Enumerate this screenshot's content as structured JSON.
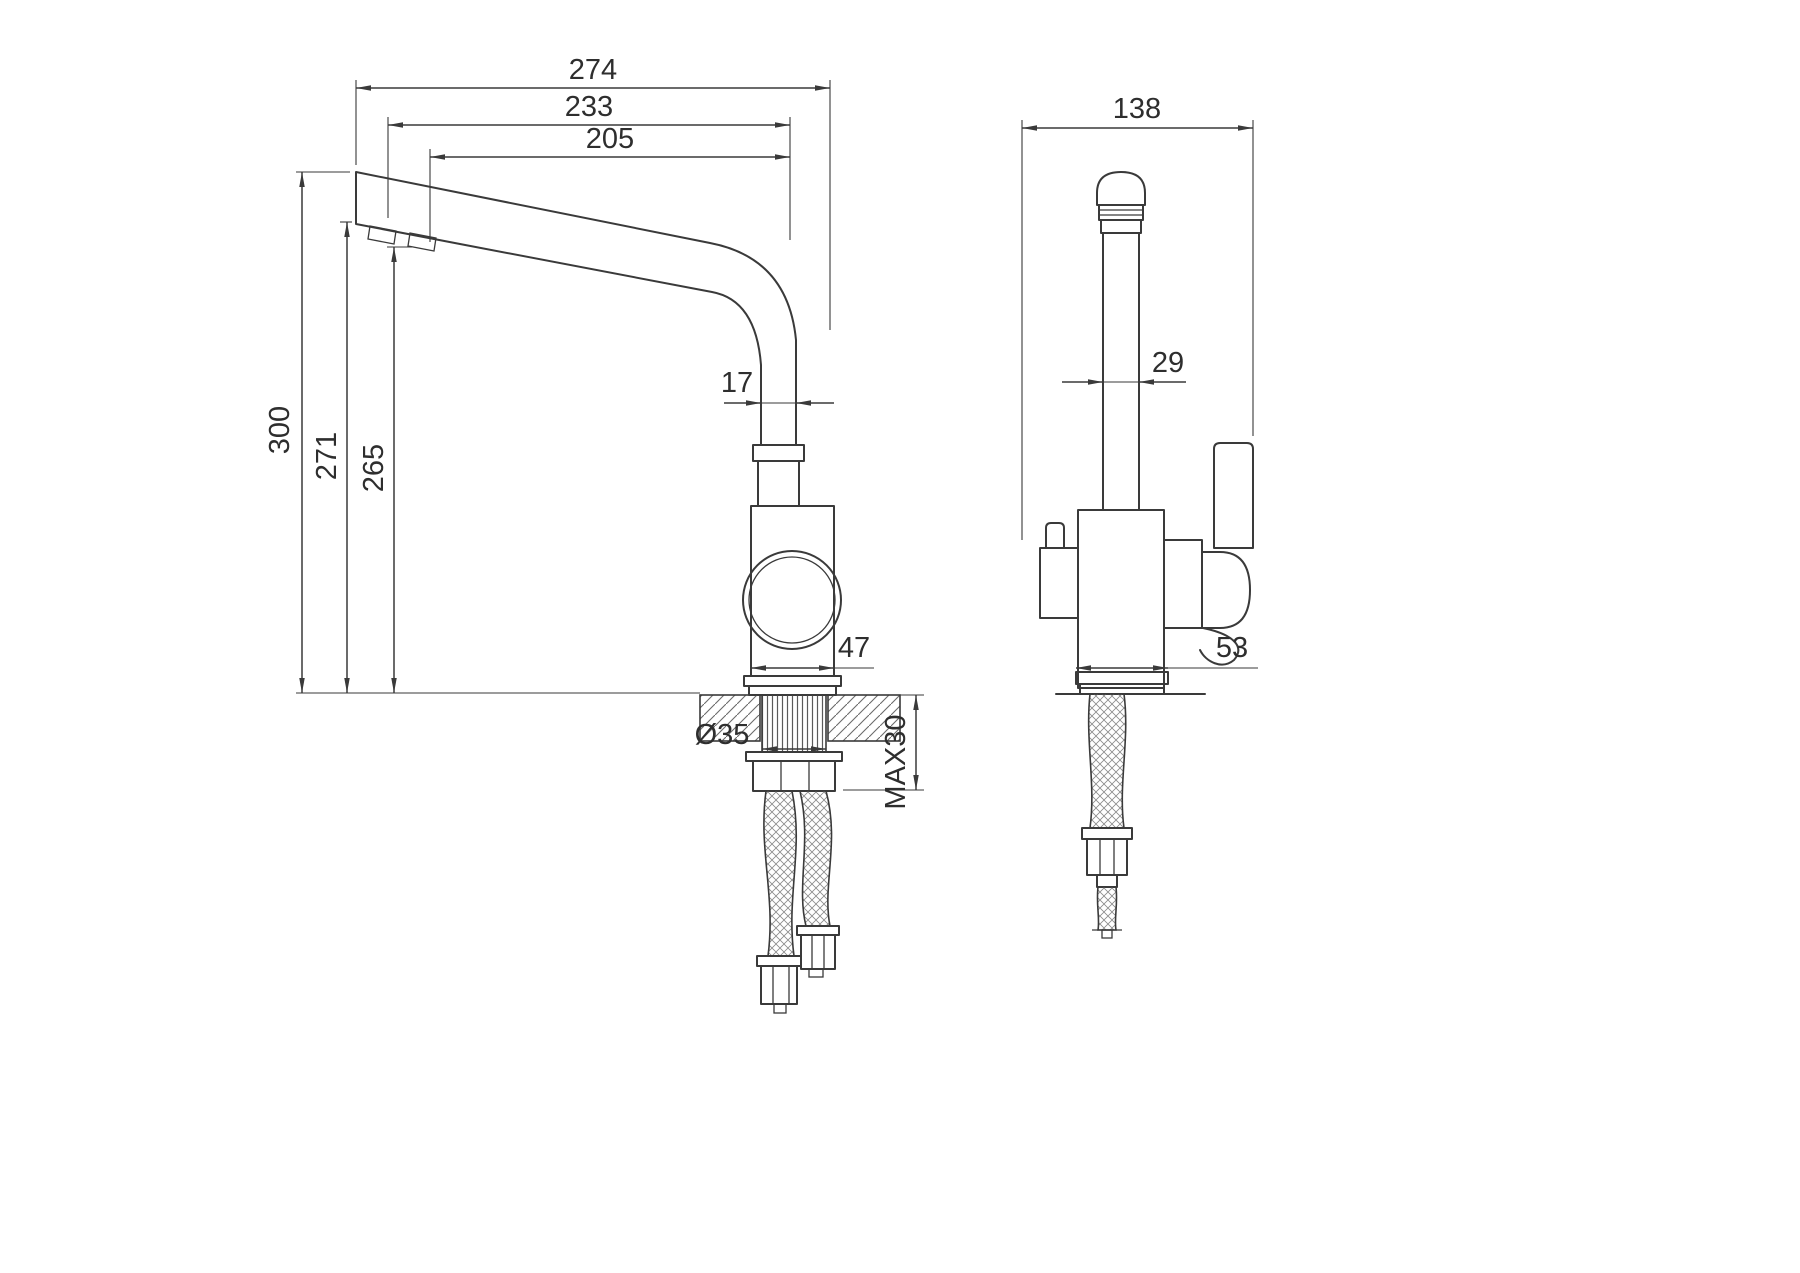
{
  "drawing": {
    "subject": "kitchen-faucet-two-view-technical-drawing",
    "background": "#ffffff",
    "line_color": "#3a3a3a",
    "side_view": {
      "dim_overall_reach": "274",
      "dim_reach_233": "233",
      "dim_reach_205": "205",
      "dim_riser_width": "17",
      "dim_overall_height": "300",
      "dim_height_271": "271",
      "dim_height_265": "265",
      "dim_body_width": "47",
      "dim_shank_diameter": "Ø35",
      "dim_max_deck": "MAX30"
    },
    "front_view": {
      "dim_overall_width": "138",
      "dim_column_width": "29",
      "dim_base_width": "53"
    }
  }
}
